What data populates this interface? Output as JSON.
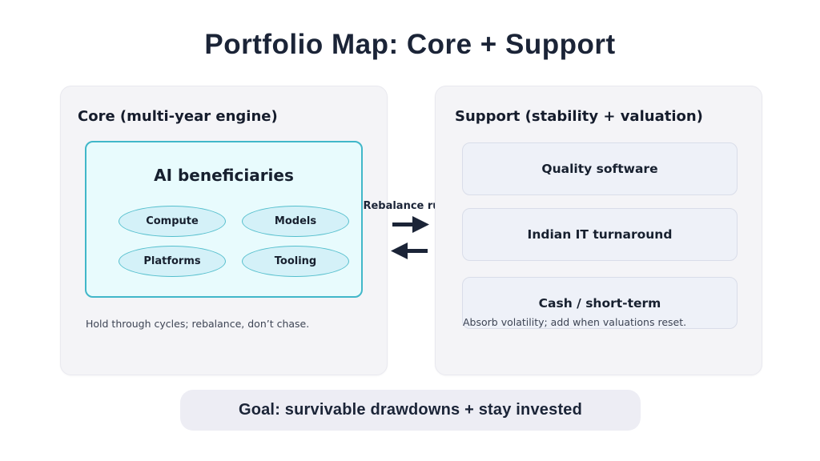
{
  "title": "Portfolio Map: Core + Support",
  "core_panel": {
    "header": "Core (multi-year engine)",
    "group": {
      "title": "AI beneficiaries",
      "pills": [
        "Compute",
        "Models",
        "Platforms",
        "Tooling"
      ]
    },
    "caption": "Hold through cycles; rebalance, don’t chase."
  },
  "connector": {
    "label": "Rebalance rules",
    "icons": [
      "arrow-right-icon",
      "arrow-left-icon"
    ]
  },
  "support_panel": {
    "header": "Support (stability + valuation)",
    "boxes": [
      "Quality software",
      "Indian IT turnaround",
      "Cash / short-term"
    ],
    "caption": "Absorb volatility; add when valuations reset."
  },
  "goal": {
    "label": "Goal: survivable drawdowns + stay invested"
  },
  "colors": {
    "ink": "#1b2437",
    "panel_fill": "#f4f4f7",
    "ai_box_fill": "#e8fbfd",
    "ai_box_border": "#41b7c9",
    "pill_fill": "#d4f1f8",
    "pill_border": "#54bfcd",
    "support_box_fill": "#eef1f8",
    "support_box_border": "#d9dde9",
    "goal_fill": "#ededf4",
    "caption_text": "#3d4454"
  }
}
